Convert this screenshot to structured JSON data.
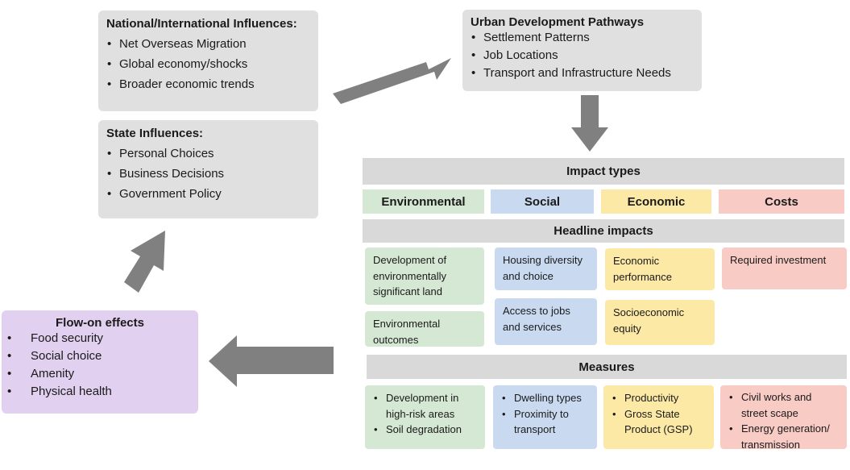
{
  "national": {
    "title": "National/International Influences:",
    "items": [
      "Net Overseas Migration",
      "Global economy/shocks",
      "Broader economic trends"
    ]
  },
  "state": {
    "title": "State Influences:",
    "items": [
      "Personal Choices",
      "Business Decisions",
      "Government Policy"
    ]
  },
  "urban": {
    "title": "Urban Development Pathways",
    "items": [
      "Settlement Patterns",
      "Job Locations",
      "Transport and Infrastructure Needs"
    ]
  },
  "flow": {
    "title": "Flow-on effects",
    "items": [
      "Food security",
      "Social choice",
      "Amenity",
      "Physical health"
    ]
  },
  "impact_types": {
    "heading": "Impact types",
    "categories": [
      "Environmental",
      "Social",
      "Economic",
      "Costs"
    ]
  },
  "headline": {
    "heading": "Headline impacts",
    "env": [
      "Development of environmentally significant land",
      "Environmental outcomes"
    ],
    "social": [
      "Housing diversity and choice",
      "Access to jobs and services"
    ],
    "economic": [
      "Economic performance",
      "Socioeconomic equity"
    ],
    "costs": [
      "Required investment"
    ]
  },
  "measures": {
    "heading": "Measures",
    "env": [
      "Development in high-risk areas",
      "Soil degradation"
    ],
    "social": [
      "Dwelling types",
      "Proximity to transport"
    ],
    "economic": [
      "Productivity",
      "Gross State Product (GSP)"
    ],
    "costs": [
      "Civil works and street scape",
      "Energy generation/ transmission"
    ]
  },
  "colors": {
    "arrow": "#808080",
    "environmental": "#d5e8d4",
    "social": "#c9daf0",
    "economic": "#fde9a6",
    "costs": "#f8cbc5",
    "flow": "#e1d0ef",
    "neutral": "#e0e0e0"
  }
}
